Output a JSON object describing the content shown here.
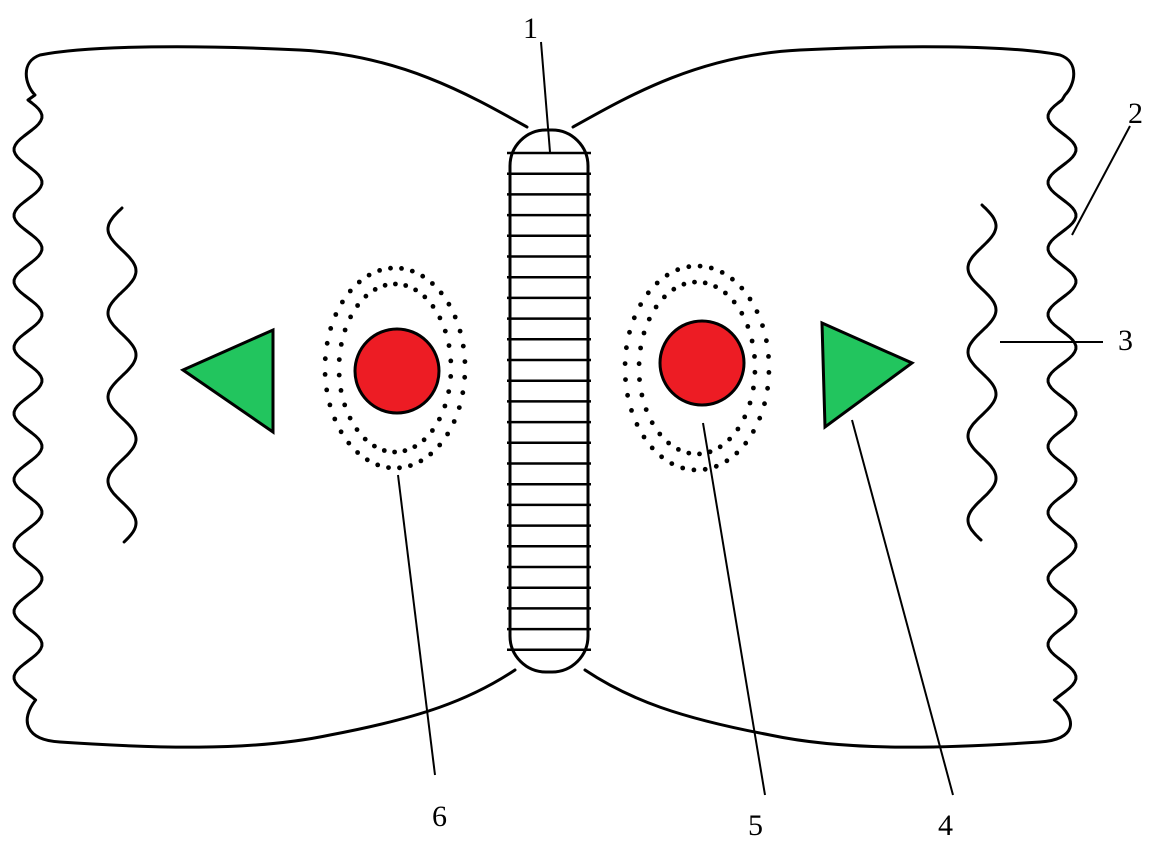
{
  "labels": {
    "l1": "1",
    "l2": "2",
    "l3": "3",
    "l4": "4",
    "l5": "5",
    "l6": "6"
  },
  "colors": {
    "nucleus": "#ed1c24",
    "triangle": "#22c55e",
    "outline": "#000000",
    "background": "#ffffff"
  }
}
